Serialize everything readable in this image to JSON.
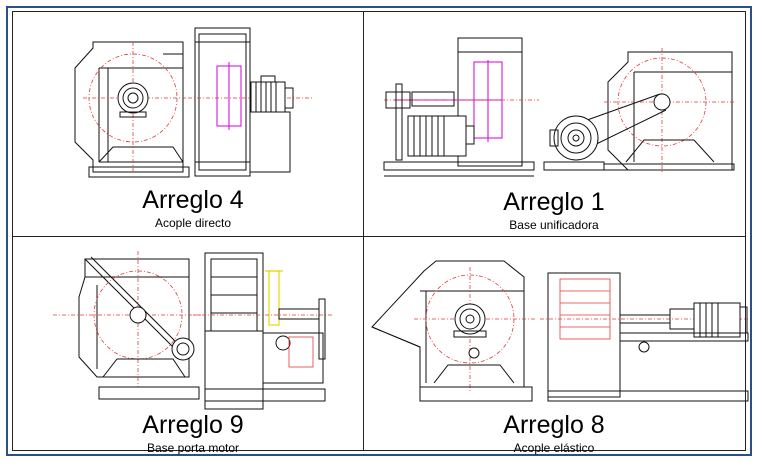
{
  "panels": [
    {
      "title": "Arreglo 4",
      "subtitle": "Acople directo"
    },
    {
      "title": "Arreglo 1",
      "subtitle": "Base unificadora"
    },
    {
      "title": "Arreglo 9",
      "subtitle": "Base porta motor"
    },
    {
      "title": "Arreglo 8",
      "subtitle": "Acople elástico"
    }
  ],
  "colors": {
    "frame": "#2b4f8a",
    "line": "#111111",
    "centerline": "#e23a3a",
    "shaft": "#d400d4",
    "guard": "#e6d800"
  },
  "icons": [
    "fan-housing-drawing",
    "motor-drawing",
    "belt-drive-drawing"
  ]
}
